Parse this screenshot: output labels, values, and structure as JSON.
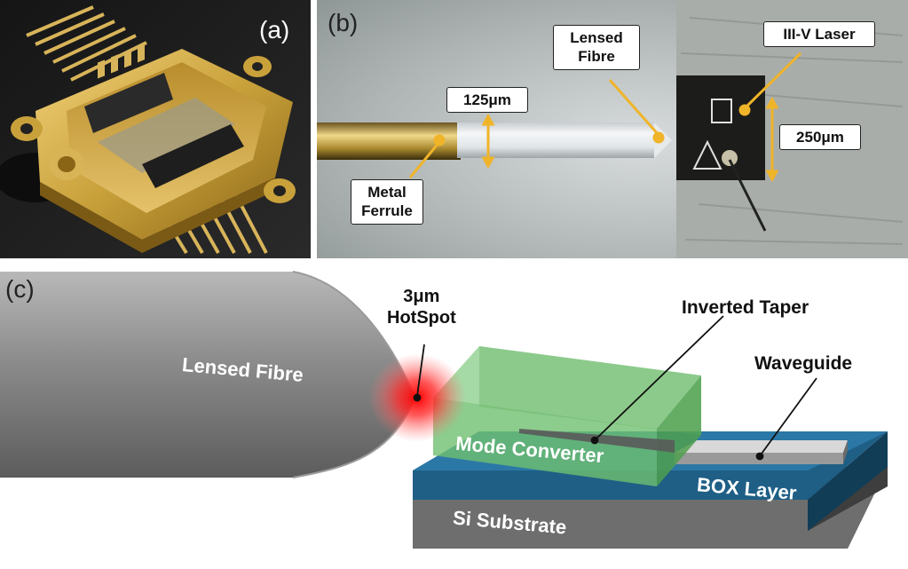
{
  "panels": {
    "a": {
      "tag": "(a)"
    },
    "b": {
      "tag": "(b)",
      "callouts": {
        "lensed_fibre": [
          "Lensed",
          "Fibre"
        ],
        "laser": "III-V Laser",
        "fibre_diameter": "125μm",
        "laser_height": "250μm",
        "ferrule": [
          "Metal",
          "Ferrule"
        ]
      }
    },
    "c": {
      "tag": "(c)",
      "labels": {
        "hotspot": [
          "3μm",
          "HotSpot"
        ],
        "inverted_taper": "Inverted Taper",
        "waveguide": "Waveguide",
        "lensed_fibre": "Lensed Fibre",
        "mode_converter": "Mode Converter",
        "box_layer": "BOX Layer",
        "si_substrate": "Si Substrate"
      }
    }
  },
  "colors": {
    "gold": "#c9a13b",
    "callout_arrow": "#f0b429",
    "box_blue": "#1f5f86",
    "mode_green": "#7cc47c",
    "hotspot_red": "#ff1a1a",
    "substrate_gray": "#6e6e6e"
  }
}
